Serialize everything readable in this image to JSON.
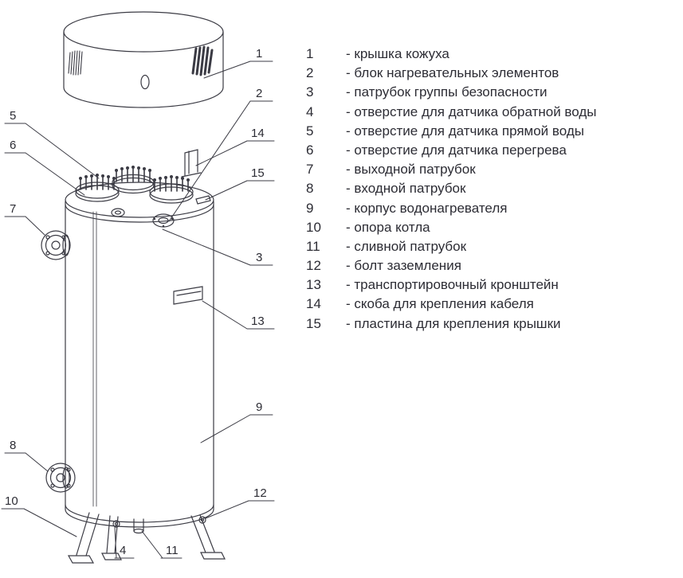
{
  "figure": {
    "callouts": {
      "1": "1",
      "2": "2",
      "3": "3",
      "4": "4",
      "5": "5",
      "6": "6",
      "7": "7",
      "8": "8",
      "9": "9",
      "10": "10",
      "11": "11",
      "12": "12",
      "13": "13",
      "14": "14",
      "15": "15"
    }
  },
  "legend": {
    "items": [
      {
        "num": "1",
        "label": "- крышка кожуха"
      },
      {
        "num": "2",
        "label": "- блок нагревательных элементов"
      },
      {
        "num": "3",
        "label": "- патрубок группы безопасности"
      },
      {
        "num": "4",
        "label": "- отверстие для датчика обратной воды"
      },
      {
        "num": "5",
        "label": "- отверстие для датчика прямой воды"
      },
      {
        "num": "6",
        "label": "- отверстие для датчика перегрева"
      },
      {
        "num": "7",
        "label": "- выходной патрубок"
      },
      {
        "num": "8",
        "label": "- входной патрубок"
      },
      {
        "num": "9",
        "label": "- корпус водонагревателя"
      },
      {
        "num": "10",
        "label": "- опора котла"
      },
      {
        "num": "11",
        "label": "- сливной патрубок"
      },
      {
        "num": "12",
        "label": "- болт заземления"
      },
      {
        "num": "13",
        "label": "- транспортировочный кронштейн"
      },
      {
        "num": "14",
        "label": "- скоба для крепления кабеля"
      },
      {
        "num": "15",
        "label": "- пластина для крепления крышки"
      }
    ]
  }
}
